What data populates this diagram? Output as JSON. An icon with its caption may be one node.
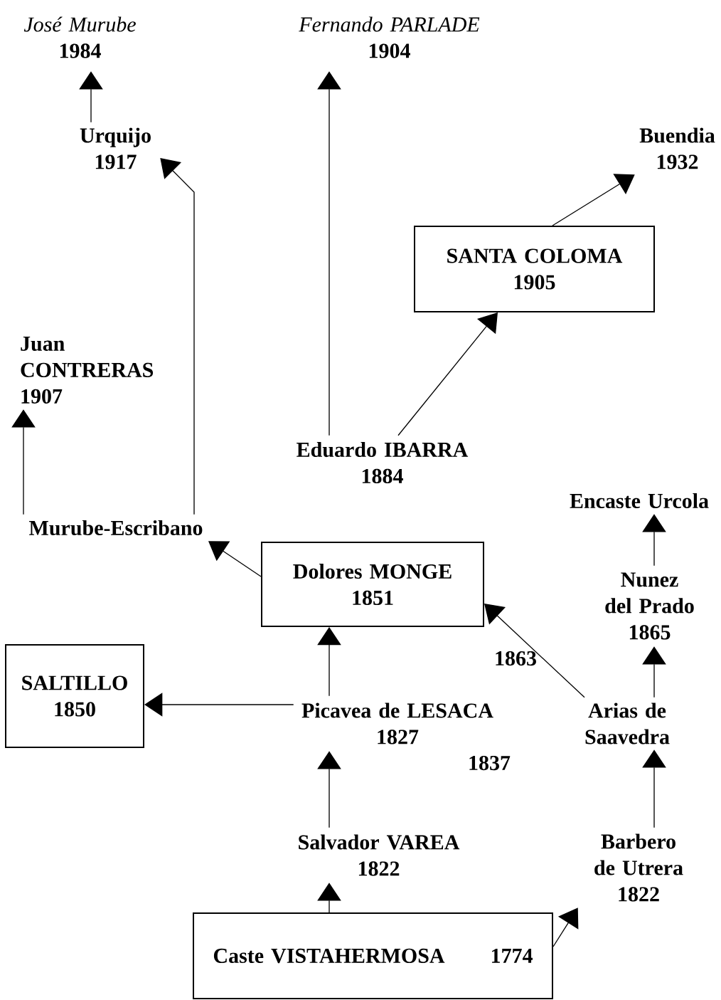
{
  "diagram": {
    "nodes": [
      {
        "text": [
          "José Murube",
          "1984"
        ]
      },
      {
        "text": [
          "Fernando PARLADE",
          "1904"
        ]
      },
      {
        "text": [
          "Urquijo",
          "1917"
        ]
      },
      {
        "text": [
          "Buendia",
          "1932"
        ]
      },
      {
        "text": [
          "SANTA COLOMA",
          "1905"
        ]
      },
      {
        "text": [
          "Juan CONTRERAS",
          "1907"
        ]
      },
      {
        "text": [
          "Eduardo IBARRA",
          "1884"
        ]
      },
      {
        "text": [
          "Encaste Urcola"
        ]
      },
      {
        "text": [
          "Murube-Escribano"
        ]
      },
      {
        "text": [
          "Dolores MONGE",
          "1851"
        ]
      },
      {
        "text": [
          "Nunez del Prado",
          "1865"
        ]
      },
      {
        "text": [
          "SALTILLO",
          "1850"
        ]
      },
      {
        "text": [
          "Picavea de LESACA",
          "1827"
        ]
      },
      {
        "text": [
          "Arias de Saavedra"
        ]
      },
      {
        "text": [
          "Salvador VAREA",
          "1822"
        ]
      },
      {
        "text": [
          "Barbero de Utrera",
          "1822"
        ]
      },
      {
        "text": [
          "Caste VISTAHERMOSA",
          "1774"
        ]
      }
    ],
    "edges": [
      {
        "from": 2,
        "to": 0,
        "arrow": "to"
      },
      {
        "from": 6,
        "to": 1,
        "arrow": "to"
      },
      {
        "from": 6,
        "to": 4,
        "arrow": "to"
      },
      {
        "from": 4,
        "to": 3,
        "arrow": "to"
      },
      {
        "from": 8,
        "to": 5,
        "arrow": "to"
      },
      {
        "from": 8,
        "to": 2,
        "arrow": "to"
      },
      {
        "from": 9,
        "to": 8,
        "arrow": "to"
      },
      {
        "from": 10,
        "to": 7,
        "arrow": "to"
      },
      {
        "from": 12,
        "to": 9,
        "arrow": "to"
      },
      {
        "from": 13,
        "to": 9,
        "arrow": "to"
      },
      {
        "from": 13,
        "to": 10,
        "arrow": "to"
      },
      {
        "from": 12,
        "to": 11,
        "arrow": "to"
      },
      {
        "from": 14,
        "to": 12,
        "arrow": "to"
      },
      {
        "from": 15,
        "to": 13,
        "arrow": "to"
      },
      {
        "from": 16,
        "to": 14,
        "arrow": "to"
      },
      {
        "from": 16,
        "to": 15,
        "arrow": "to"
      }
    ],
    "labels": [
      "1863",
      "1837"
    ]
  }
}
